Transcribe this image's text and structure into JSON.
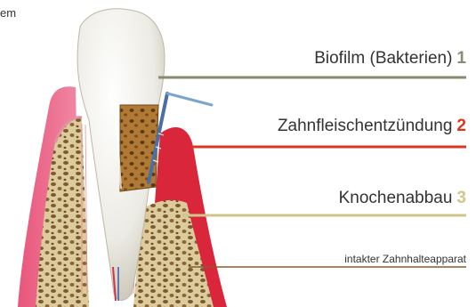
{
  "cut_text": "em",
  "colors": {
    "biofilm": "#8a8a73",
    "gingivitis": "#d9371f",
    "bone_loss": "#cfc68a",
    "intact": "#8a5a2b"
  },
  "labels": [
    {
      "text": "Biofilm (Bakterien)",
      "number": "1"
    },
    {
      "text": "Zahnfleischentzündung",
      "number": "2"
    },
    {
      "text": "Knochenabbau",
      "number": "3"
    },
    {
      "text": "intakter Zahnhalteapparat",
      "number": ""
    }
  ]
}
